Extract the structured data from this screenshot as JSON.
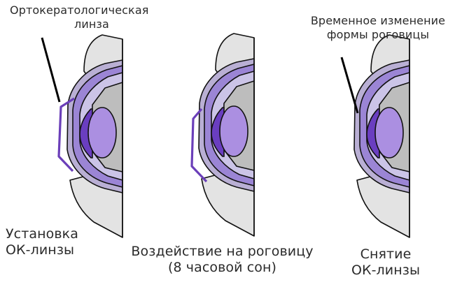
{
  "labels": {
    "lens_line1": "Ортокератологическая",
    "lens_line2": "линза",
    "change_line1": "Временное изменение",
    "change_line2": "формы роговицы",
    "step1_line1": "Установка",
    "step1_line2": "ОК-линзы",
    "step2_line1": "Воздействие на роговицу",
    "step2_line2": "(8 часовой сон)",
    "step3_line1": "Снятие",
    "step3_line2": "ОК-линзы"
  },
  "colors": {
    "sclera": "#e3e3e3",
    "iris_outer": "#b9afd4",
    "cornea_band": "#9b85d5",
    "cornea_inner": "#cbc4e7",
    "anterior_chamber": "#6a3ec0",
    "lens": "#ab8fe1",
    "vitreous": "#bdbdbd",
    "lens_contact": "#6b3fb9",
    "outline": "#111111"
  }
}
